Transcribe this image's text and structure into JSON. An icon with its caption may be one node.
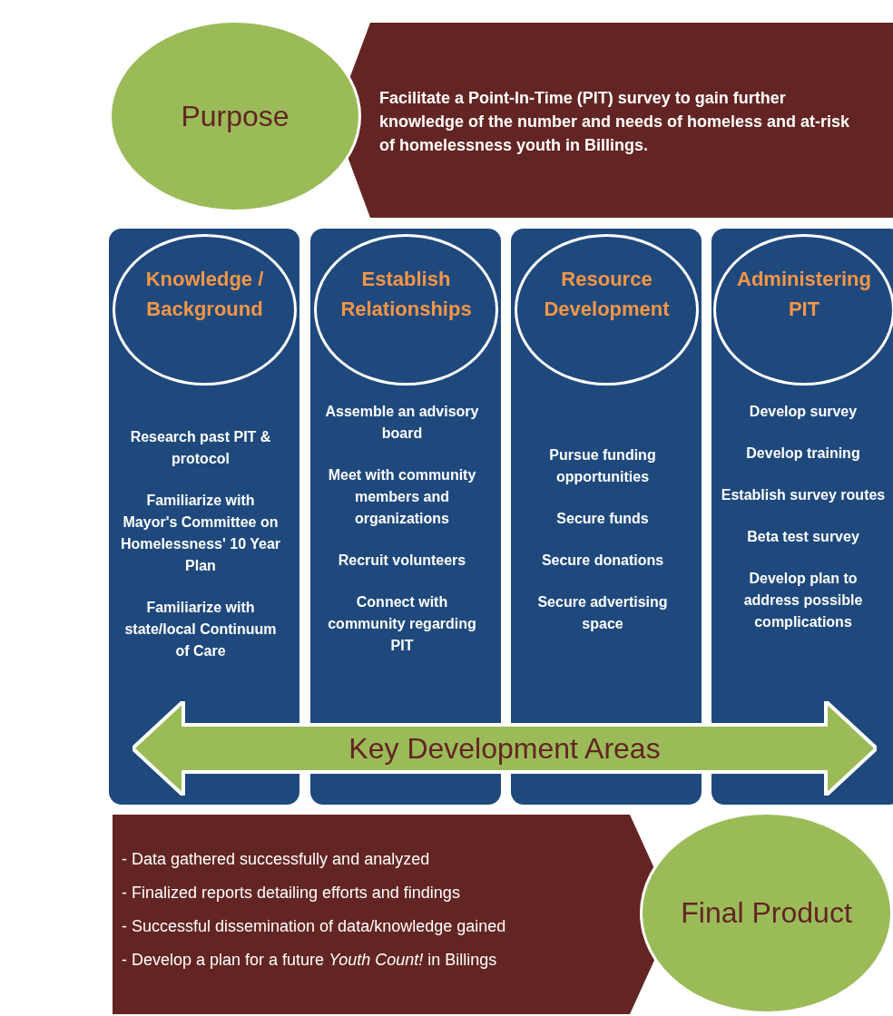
{
  "diagram": {
    "nodes": [
      {
        "text": [
          "Purpose"
        ]
      },
      {
        "text": [
          "Facilitate a Point-In-Time (PIT) survey to gain further knowledge of the number and needs of homeless and at-risk of homelessness youth in Billings."
        ]
      },
      {
        "text": [
          "Research past PIT & protocol",
          "Familiarize with Mayor's Committee on Homelessness' 10 Year Plan",
          "Familiarize with state/local Continuum of Care"
        ]
      },
      {
        "text": [
          "Knowledge / Background"
        ],
        "in": 2
      },
      {
        "text": [
          "Assemble an advisory board",
          "Meet with community members and organizations",
          "Recruit volunteers",
          "Connect with community regarding PIT"
        ]
      },
      {
        "text": [
          "Establish Relationships"
        ],
        "in": 4
      },
      {
        "text": [
          "Pursue funding opportunities",
          "Secure funds",
          "Secure donations",
          "Secure advertising space"
        ]
      },
      {
        "text": [
          "Resource Development"
        ],
        "in": 6
      },
      {
        "text": [
          "Develop survey",
          "Develop training",
          "Establish survey routes",
          "Beta test survey",
          "Develop plan to address possible complications"
        ]
      },
      {
        "text": [
          "Administering PIT"
        ],
        "in": 8
      },
      {
        "text": [
          "Key Development Areas"
        ]
      },
      {
        "text": [
          "- Data gathered successfully and analyzed",
          "- Finalized reports detailing efforts and findings",
          "- Successful dissemination of data/knowledge gained",
          "- Develop a plan for a future *Youth Count!* in Billings"
        ]
      },
      {
        "text": [
          "Final Product"
        ]
      }
    ],
    "edges": []
  }
}
